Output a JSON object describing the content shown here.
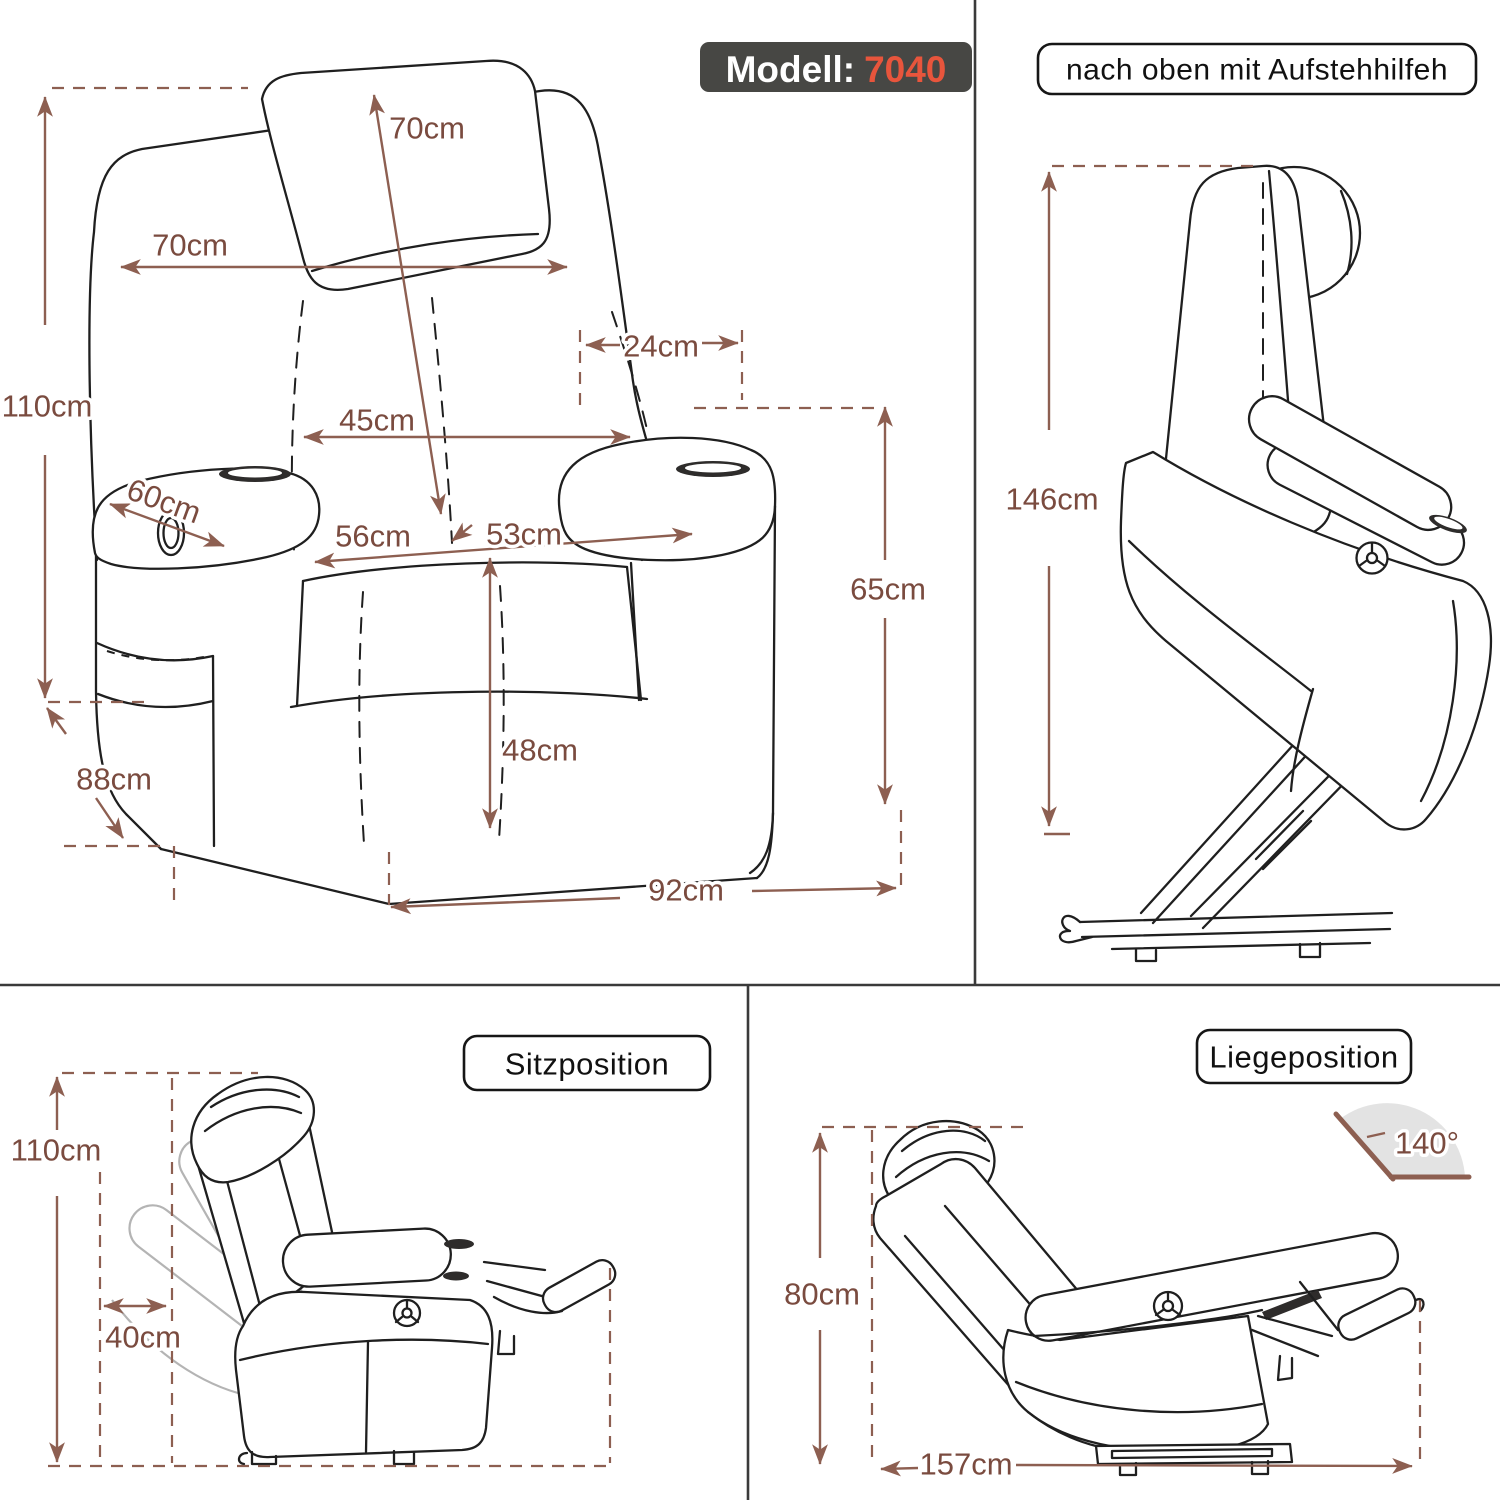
{
  "badge": {
    "label": "Modell:",
    "value": "7040"
  },
  "panels": {
    "front_view": {
      "dims": {
        "total_height": "110cm",
        "back_length": "70cm",
        "headrest_width": "70cm",
        "armrest_width": "24cm",
        "width_between_armrests": "45cm",
        "side_depth": "60cm",
        "seat_depth": "56cm",
        "seat_width": "53cm",
        "seat_height": "48cm",
        "base_depth": "88cm",
        "base_width": "92cm",
        "armrest_height": "65cm"
      }
    },
    "lift_position": {
      "title": "nach oben mit Aufstehhilfeh",
      "dims": {
        "lift_height": "146cm"
      }
    },
    "sitting_position": {
      "title": "Sitzposition",
      "dims": {
        "total_height": "110cm",
        "wall_distance": "40cm"
      }
    },
    "lying_position": {
      "title": "Liegeposition",
      "dims": {
        "recline_angle": "140°",
        "backrest_height": "80cm",
        "total_length": "157cm"
      }
    }
  },
  "icons": {
    "control_button": "circular-dial",
    "cup_holder": "oval-slot",
    "recline_angle": "shaded-angle-sector"
  },
  "colors": {
    "dimension_text": "#7a4b3f",
    "dimension_line": "#8d5f51",
    "outline": "#1f1f1f",
    "ghost": "#b4b4b4",
    "divider": "#3a3a3a",
    "badge_background": "#474744",
    "badge_model_value": "#e8553c",
    "title_text": "#111111",
    "angle_sector": "#e3e3e3"
  }
}
